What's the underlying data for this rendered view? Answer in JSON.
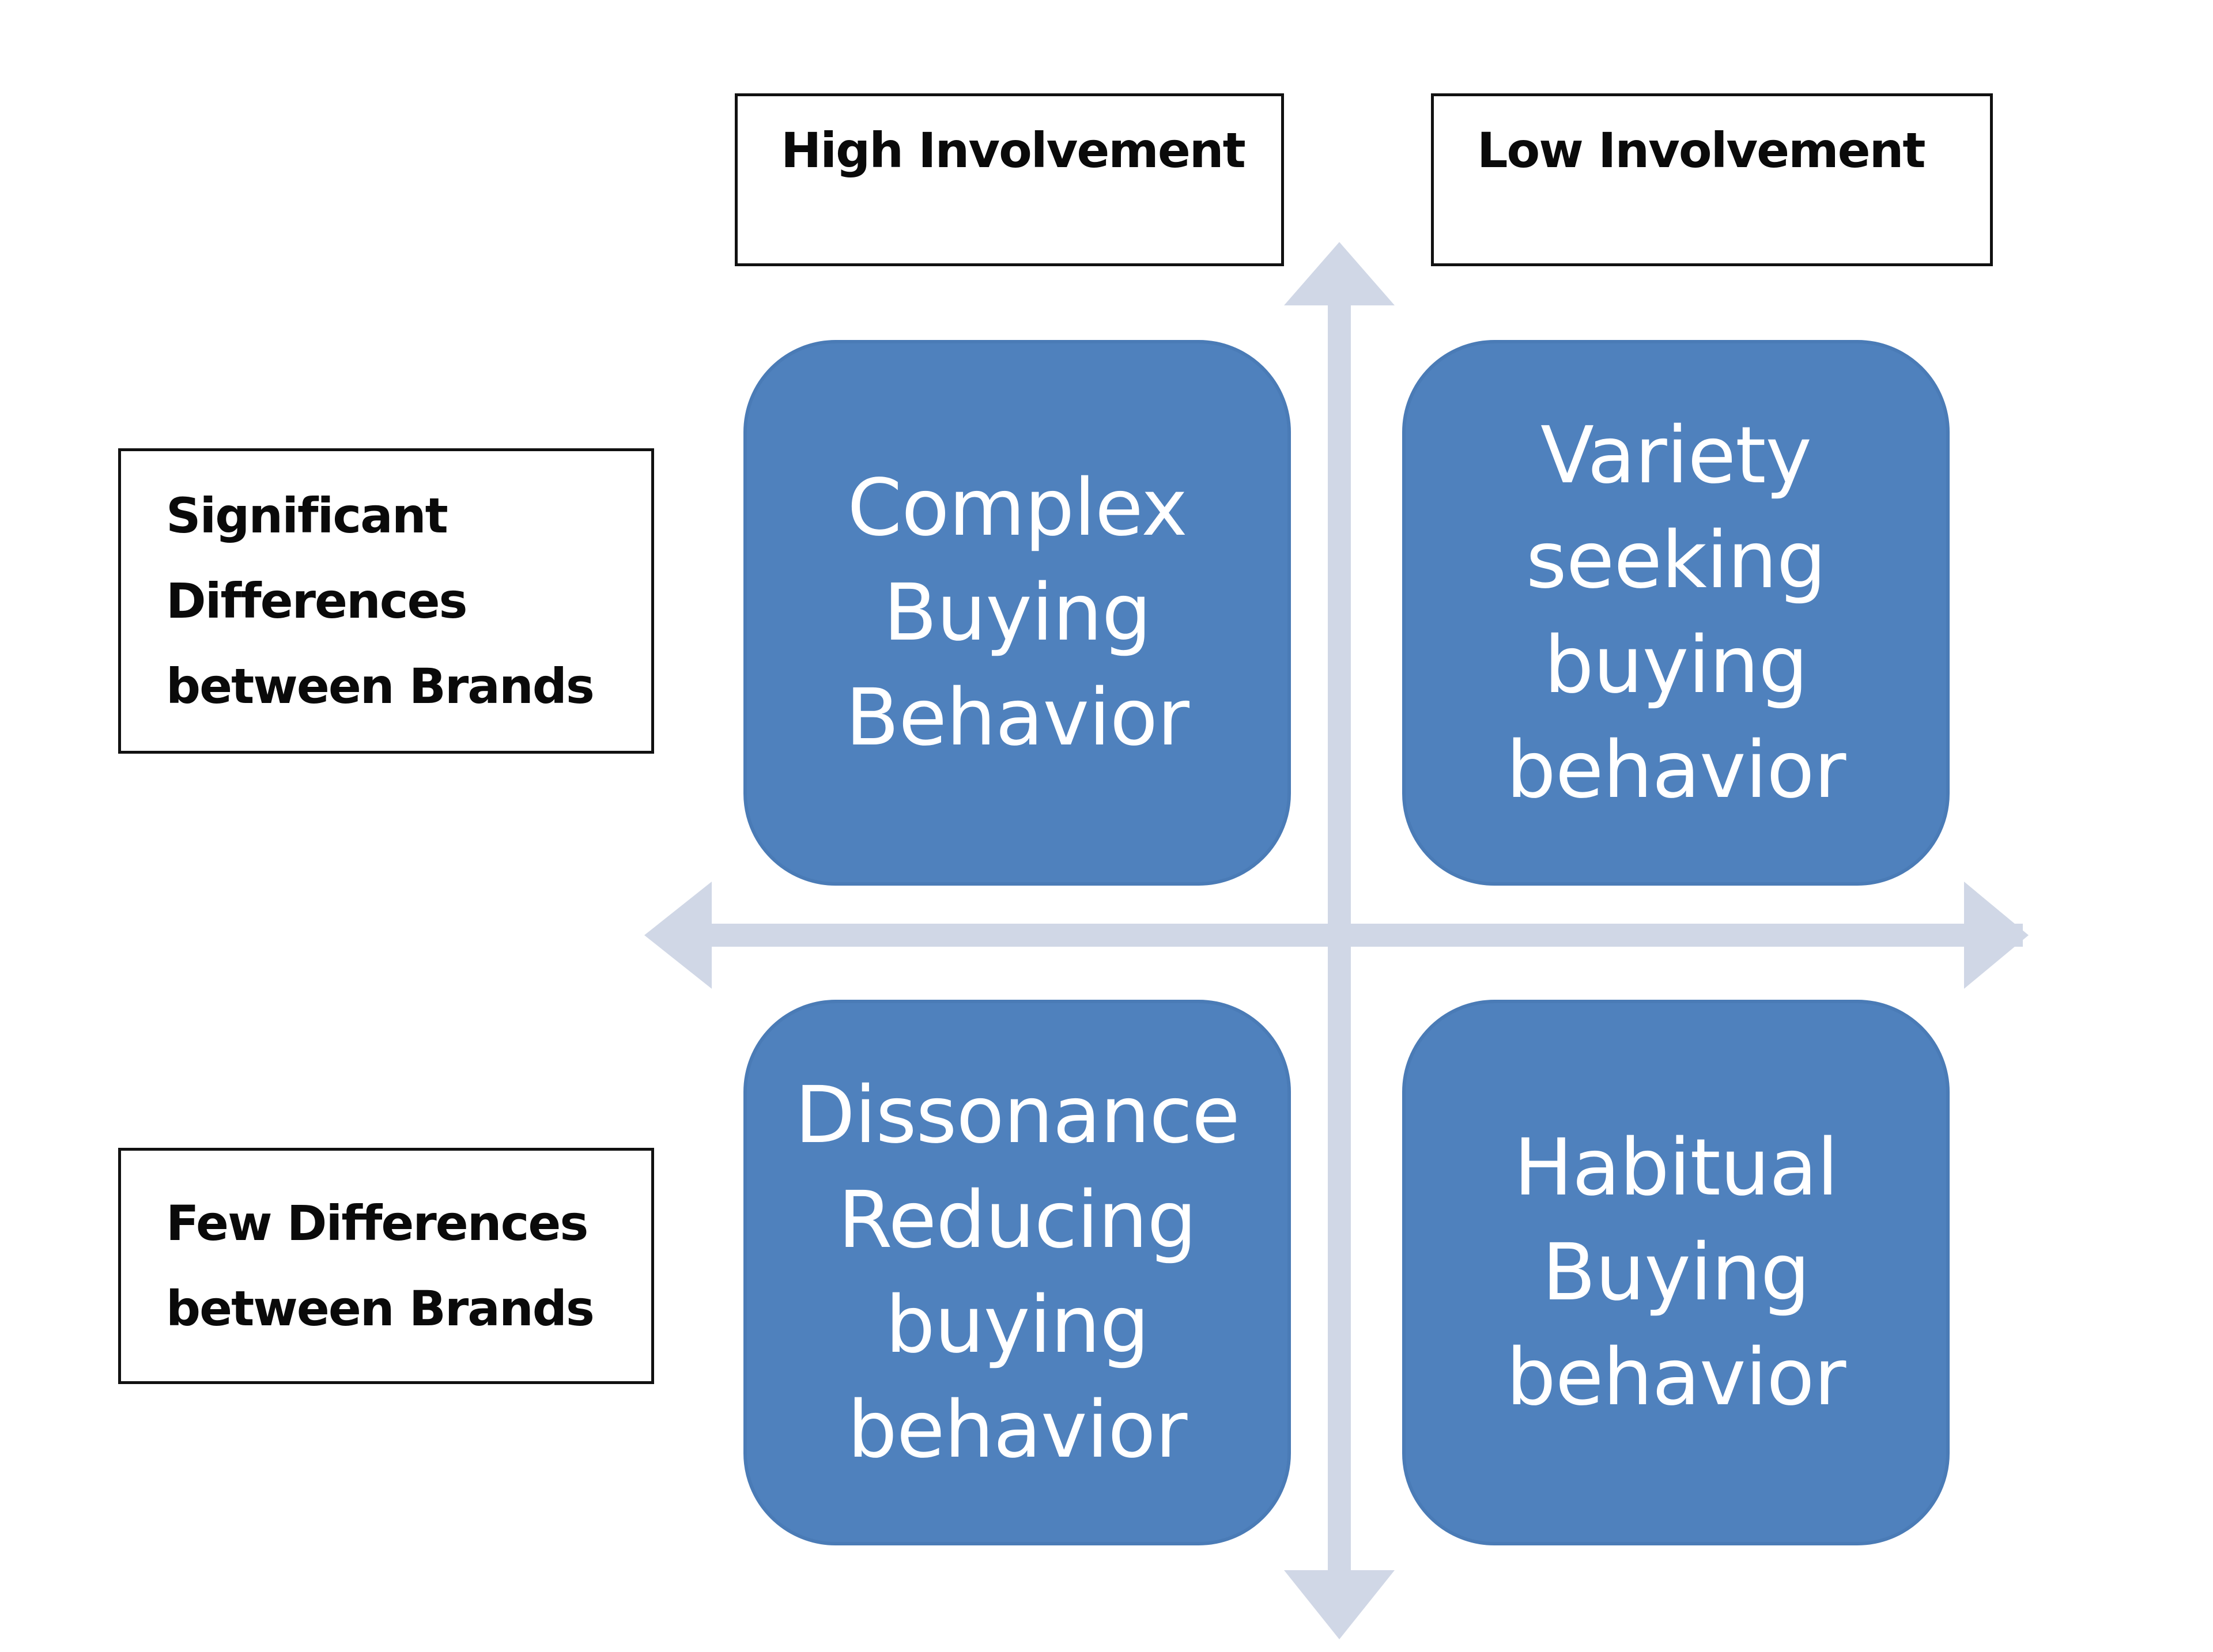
{
  "columns": {
    "high": "High Involvement",
    "low": "Low Involvement"
  },
  "rows": {
    "significant": "Significant\nDifferences\nbetween Brands",
    "few": "Few Differences\nbetween Brands"
  },
  "quadrants": {
    "complex": "Complex\nBuying\nBehavior",
    "variety": "Variety\nseeking\nbuying\nbehavior",
    "dissonance": "Dissonance\nReducing\nbuying\nbehavior",
    "habitual": "Habitual\nBuying\nbehavior"
  },
  "colors": {
    "quadrant_fill": "#4f81bd",
    "axis": "#d0d7e6",
    "box_border": "#111111"
  }
}
